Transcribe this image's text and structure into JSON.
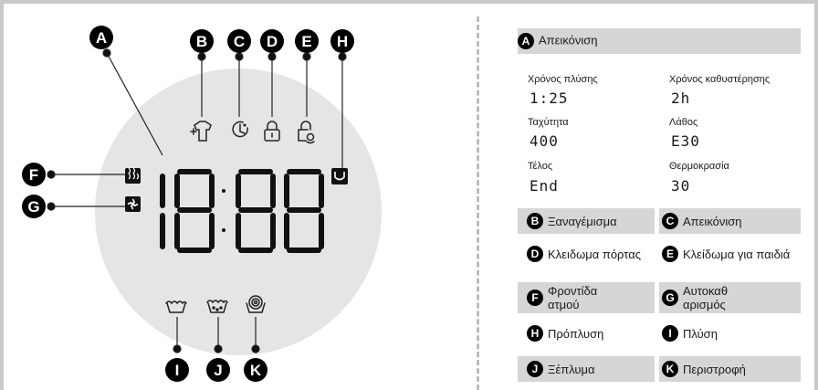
{
  "callouts": {
    "a": "A",
    "b": "B",
    "c": "C",
    "d": "D",
    "e": "E",
    "f": "F",
    "g": "G",
    "h": "H",
    "i": "I",
    "j": "J",
    "k": "K"
  },
  "display_readout": "18:88",
  "colors": {
    "badge": "#000000",
    "panel_band": "#d6d6d6",
    "display_circle": "#e5e5e5",
    "frame": "#c9c9c9"
  },
  "icons": [
    "add-garment-icon",
    "delay-clock-icon",
    "door-lock-icon",
    "child-lock-icon",
    "prewash-icon",
    "steam-care-icon",
    "self-clean-icon",
    "wash-tub-icon",
    "rinse-tub-icon",
    "spin-icon"
  ],
  "legend": {
    "header": {
      "letter": "A",
      "title": "Απεικόνιση"
    },
    "examples": [
      {
        "label": "Χρόνος πλύσης",
        "value": "1:25"
      },
      {
        "label": "Χρόνος καθυστέρησης",
        "value": "2h"
      },
      {
        "label": "Ταχύτητα",
        "value": "400"
      },
      {
        "label": "Λάθος",
        "value": "E30"
      },
      {
        "label": "Τέλος",
        "value": "End"
      },
      {
        "label": "Θερμοκρασία",
        "value": "30"
      }
    ],
    "items": [
      {
        "letter": "B",
        "text": "Ξαναγέμισμα"
      },
      {
        "letter": "C",
        "text": "Απεικόνιση"
      },
      {
        "letter": "D",
        "text": "Κλειδωμα πόρτας"
      },
      {
        "letter": "E",
        "text": "Κλείδωμα για παιδιά"
      },
      {
        "letter": "F",
        "text": "Φροντίδα ατμού"
      },
      {
        "letter": "G",
        "text": "Αυτοκαθ αρισμός"
      },
      {
        "letter": "H",
        "text": "Πρόπλυση"
      },
      {
        "letter": "I",
        "text": "Πλύση"
      },
      {
        "letter": "J",
        "text": "Ξέπλυμα"
      },
      {
        "letter": "K",
        "text": "Περιστροφή"
      }
    ]
  }
}
